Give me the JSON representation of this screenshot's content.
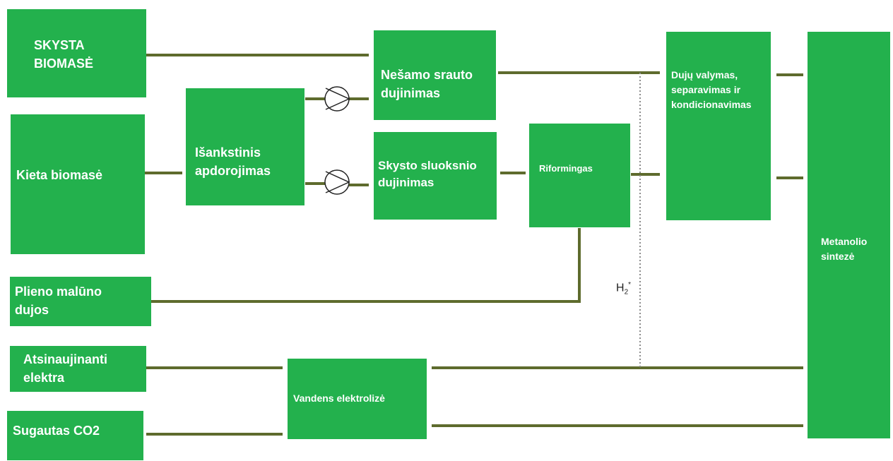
{
  "nodes": {
    "skysta": "SKYSTA\nBIOMASĖ",
    "kieta": "Kieta biomasė",
    "plieno": "Plieno malūno\ndujos",
    "atsinaujinanti": "Atsinaujinanti\nelektra",
    "sugautas": "Sugautas CO2",
    "isankstinis": "Išankstinis\napdorojimas",
    "nesamo": "Nešamo srauto\ndujinimas",
    "skysto": "Skysto sluoksnio\ndujinimas",
    "riformingas": "Riformingas",
    "vandens": "Vandens elektrolizė",
    "duju": "Dujų valymas,\nseparavimas ir\nkondicionavimas",
    "metanolio": "Metanolio\nsintezė"
  },
  "label_h2": {
    "base": "H",
    "sub": "2",
    "sup": "*"
  },
  "colors": {
    "box": "#23b14d",
    "line": "#5e6b2d",
    "dotted": "#8c8c8c"
  }
}
